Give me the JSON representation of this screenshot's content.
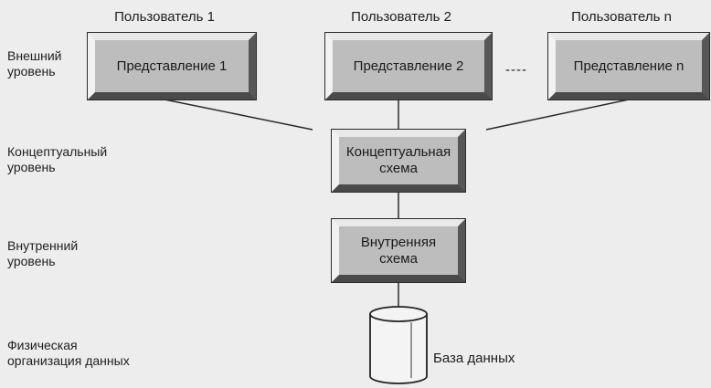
{
  "levels": {
    "external": "Внешний\nуровень",
    "conceptual": "Концептуальный\nуровень",
    "internal": "Внутренний\nуровень",
    "physical": "Физическая\nорганизация данных"
  },
  "users": {
    "user1": "Пользователь 1",
    "user2": "Пользователь 2",
    "usern": "Пользователь n"
  },
  "views": {
    "view1": "Представление 1",
    "view2": "Представление 2",
    "viewn": "Представление n",
    "ellipsis": "----"
  },
  "schemas": {
    "conceptual": "Концептуальная\nсхема",
    "internal": "Внутренняя\nсхема"
  },
  "database": {
    "label": "База данных"
  }
}
